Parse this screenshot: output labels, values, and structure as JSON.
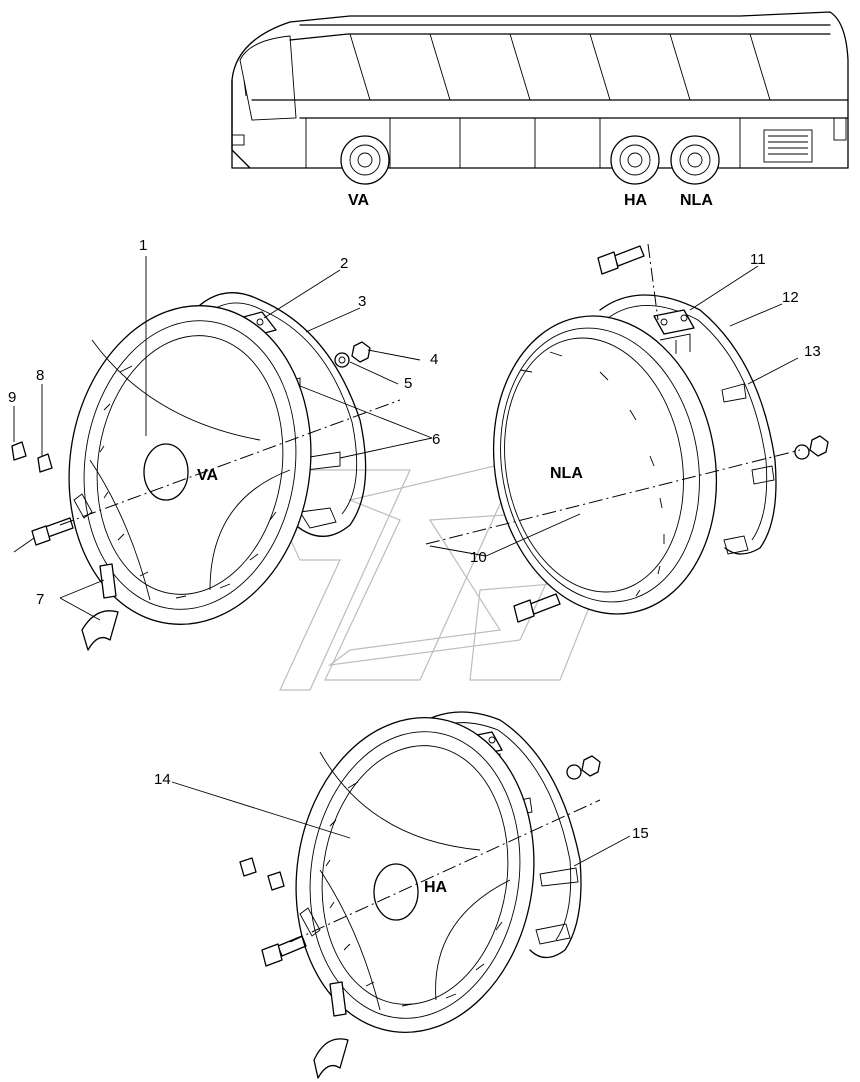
{
  "axle_labels": {
    "front": "VA",
    "drive": "HA",
    "tag": "NLA"
  },
  "callouts": [
    "1",
    "2",
    "3",
    "4",
    "5",
    "6",
    "7",
    "8",
    "9",
    "10",
    "11",
    "12",
    "13",
    "14",
    "15"
  ]
}
